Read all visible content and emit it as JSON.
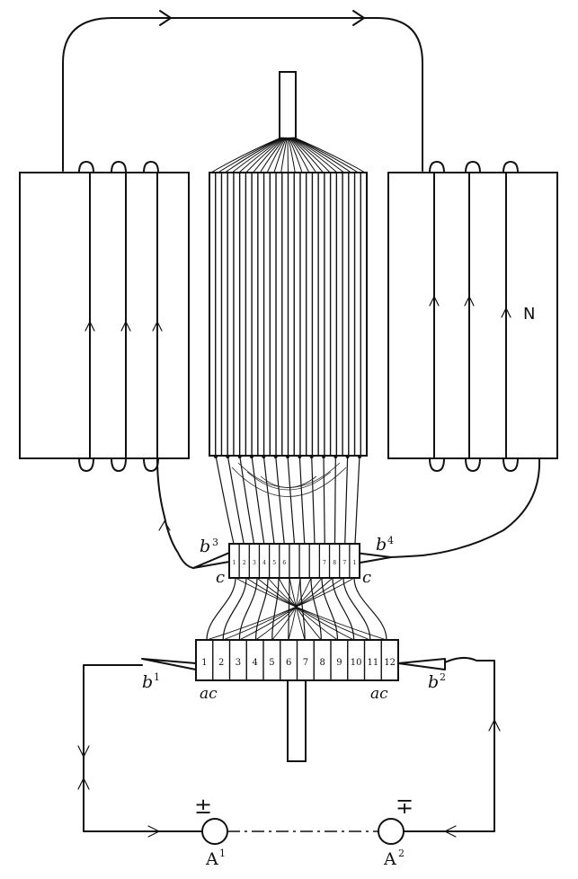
{
  "diagram": {
    "labels": {
      "north": "N",
      "brush_b3_letter": "b",
      "brush_b3_sup": "3",
      "brush_b4_letter": "b",
      "brush_b4_sup": "4",
      "brush_b1_letter": "b",
      "brush_b1_sup": "1",
      "brush_b2_letter": "b",
      "brush_b2_sup": "2",
      "ring_c_left": "c",
      "ring_c_right": "c",
      "ring_ac_left": "ac",
      "ring_ac_right": "ac",
      "terminal_a1_letter": "A",
      "terminal_a1_sup": "1",
      "terminal_a2_letter": "A",
      "terminal_a2_sup": "2",
      "sign_plus_minus": "±",
      "sign_minus_plus": "∓"
    },
    "upper_ring_segments": [
      "1",
      "2",
      "3",
      "4",
      "5",
      "6",
      "",
      "",
      "",
      "7",
      "8",
      "7",
      "1"
    ],
    "lower_ring_segments": [
      "1",
      "2",
      "3",
      "4",
      "5",
      "6",
      "7",
      "8",
      "9",
      "10",
      "11",
      "12"
    ]
  }
}
